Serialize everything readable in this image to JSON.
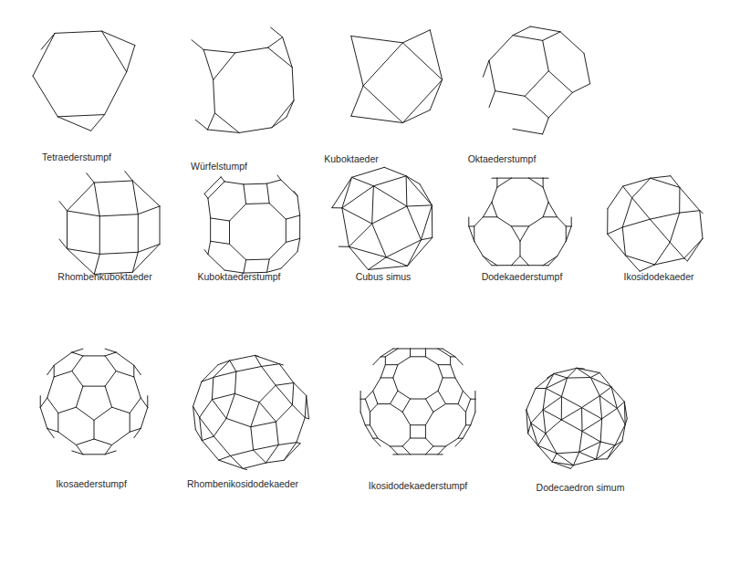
{
  "diagram": {
    "labels": [
      "Tetraederstumpf",
      "Würfelstumpf",
      "Kuboktaeder",
      "Oktaederstumpf",
      "Rhombenkuboktaeder",
      "Kuboktaederstumpf",
      "Cubus simus",
      "Dodekaederstumpf",
      "Ikosidodekaeder",
      "Ikosaederstumpf",
      "Rhombenikosidodekaeder",
      "Ikosidodekaederstumpf",
      "Dodecaedron simum"
    ]
  }
}
